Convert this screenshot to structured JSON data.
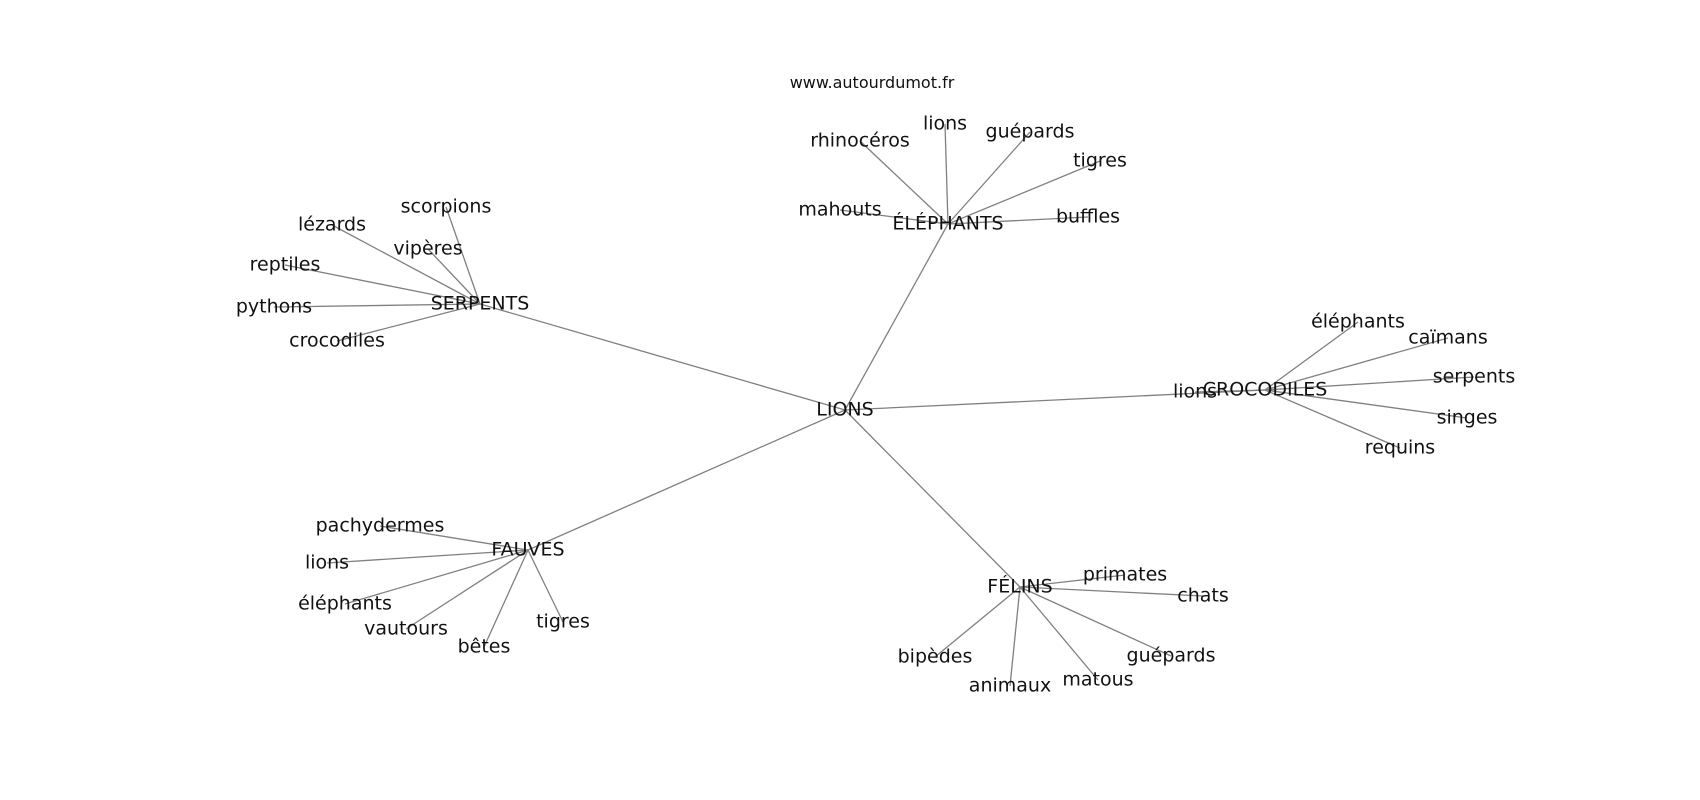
{
  "source": "www.autourdumot.fr",
  "graph": {
    "center": {
      "id": "lions-center",
      "label": "LIONS"
    },
    "clusters": [
      {
        "id": "elephants",
        "label": "ÉLÉPHANTS",
        "leaves": [
          {
            "id": "elephants-rhinoceros",
            "label": "rhinocéros"
          },
          {
            "id": "elephants-lions",
            "label": "lions"
          },
          {
            "id": "elephants-guepards",
            "label": "guépards"
          },
          {
            "id": "elephants-tigres",
            "label": "tigres"
          },
          {
            "id": "elephants-mahouts",
            "label": "mahouts"
          },
          {
            "id": "elephants-buffles",
            "label": "buffles"
          }
        ]
      },
      {
        "id": "serpents",
        "label": "SERPENTS",
        "leaves": [
          {
            "id": "serpents-scorpions",
            "label": "scorpions"
          },
          {
            "id": "serpents-lezards",
            "label": "lézards"
          },
          {
            "id": "serpents-viperes",
            "label": "vipères"
          },
          {
            "id": "serpents-reptiles",
            "label": "reptiles"
          },
          {
            "id": "serpents-pythons",
            "label": "pythons"
          },
          {
            "id": "serpents-crocodiles",
            "label": "crocodiles"
          }
        ]
      },
      {
        "id": "crocodiles",
        "label": "CROCODILES",
        "leaves": [
          {
            "id": "crocodiles-elephants",
            "label": "éléphants"
          },
          {
            "id": "crocodiles-caimans",
            "label": "caïmans"
          },
          {
            "id": "crocodiles-serpents",
            "label": "serpents"
          },
          {
            "id": "crocodiles-singes",
            "label": "singes"
          },
          {
            "id": "crocodiles-requins",
            "label": "requins"
          },
          {
            "id": "crocodiles-lions",
            "label": "lions"
          }
        ]
      },
      {
        "id": "fauves",
        "label": "FAUVES",
        "leaves": [
          {
            "id": "fauves-pachydermes",
            "label": "pachydermes"
          },
          {
            "id": "fauves-lions",
            "label": "lions"
          },
          {
            "id": "fauves-elephants",
            "label": "éléphants"
          },
          {
            "id": "fauves-vautours",
            "label": "vautours"
          },
          {
            "id": "fauves-betes",
            "label": "bêtes"
          },
          {
            "id": "fauves-tigres",
            "label": "tigres"
          }
        ]
      },
      {
        "id": "felins",
        "label": "FÉLINS",
        "leaves": [
          {
            "id": "felins-primates",
            "label": "primates"
          },
          {
            "id": "felins-chats",
            "label": "chats"
          },
          {
            "id": "felins-guepards",
            "label": "guépards"
          },
          {
            "id": "felins-matous",
            "label": "matous"
          },
          {
            "id": "felins-animaux",
            "label": "animaux"
          },
          {
            "id": "felins-bipedes",
            "label": "bipèdes"
          }
        ]
      }
    ]
  }
}
